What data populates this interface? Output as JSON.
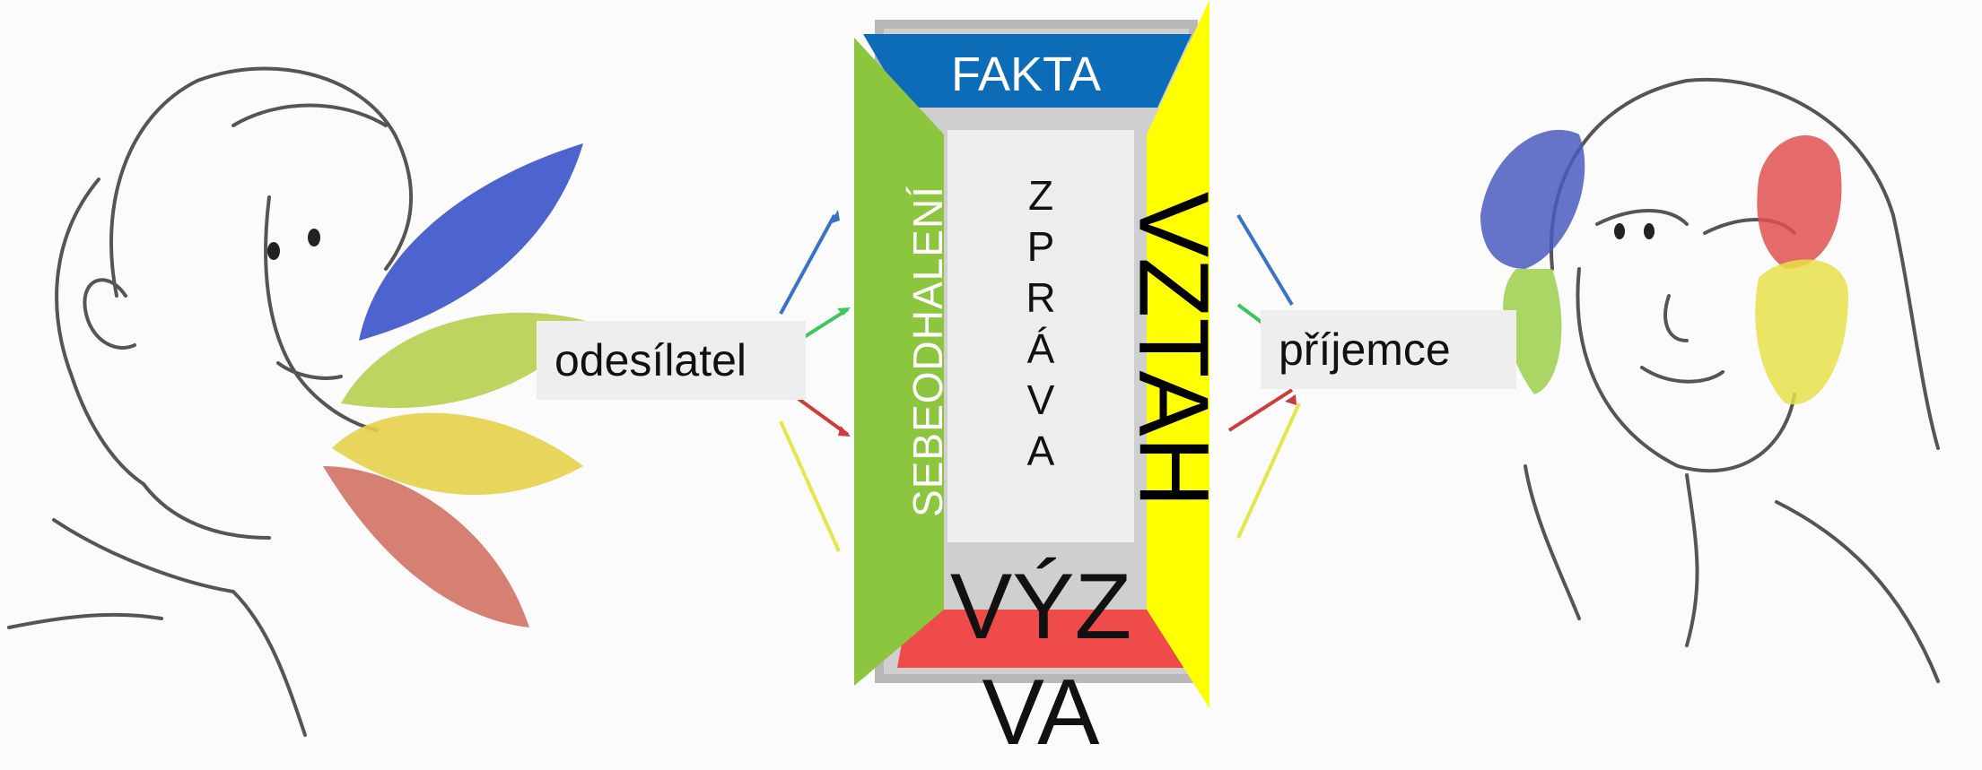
{
  "labels": {
    "sender": "odesílatel",
    "receiver": "příjemce",
    "message": "Z P R Á V A",
    "facts": "FAKTA",
    "self_revelation": "SEBEODHALENÍ",
    "relationship": "VZTAH",
    "appeal": "VÝZ VA"
  },
  "colors": {
    "facts": "#0c6cb8",
    "self_revelation": "#8cc63f",
    "relationship": "#ffff00",
    "appeal": "#f04b4b",
    "message_box": "#ededed"
  }
}
